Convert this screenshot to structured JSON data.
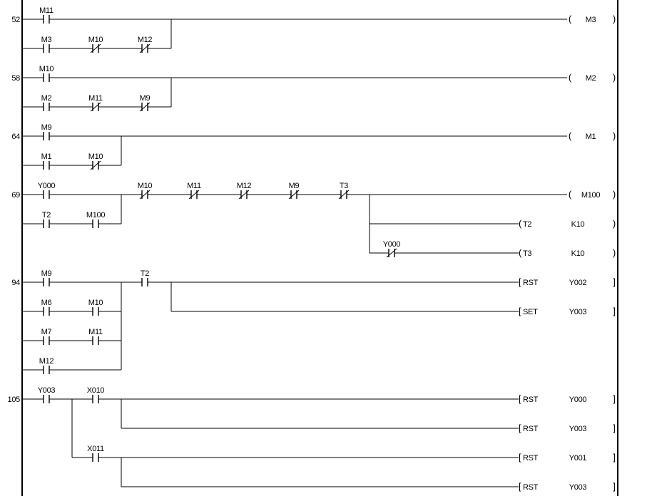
{
  "rungs": [
    {
      "step": "52",
      "contacts": [
        {
          "label": "M11",
          "type": "NO"
        },
        {
          "label": "M3",
          "type": "NO"
        },
        {
          "label": "M10",
          "type": "NC"
        },
        {
          "label": "M12",
          "type": "NC"
        }
      ],
      "outputs": [
        {
          "kind": "coil",
          "name": "M3"
        }
      ]
    },
    {
      "step": "58",
      "contacts": [
        {
          "label": "M10",
          "type": "NO"
        },
        {
          "label": "M2",
          "type": "NO"
        },
        {
          "label": "M11",
          "type": "NC"
        },
        {
          "label": "M9",
          "type": "NC"
        }
      ],
      "outputs": [
        {
          "kind": "coil",
          "name": "M2"
        }
      ]
    },
    {
      "step": "64",
      "contacts": [
        {
          "label": "M9",
          "type": "NO"
        },
        {
          "label": "M1",
          "type": "NO"
        },
        {
          "label": "M10",
          "type": "NC"
        }
      ],
      "outputs": [
        {
          "kind": "coil",
          "name": "M1"
        }
      ]
    },
    {
      "step": "69",
      "contacts": [
        {
          "label": "Y000",
          "type": "NO"
        },
        {
          "label": "T2",
          "type": "NO"
        },
        {
          "label": "M100",
          "type": "NO"
        },
        {
          "label": "M10",
          "type": "NC"
        },
        {
          "label": "M11",
          "type": "NC"
        },
        {
          "label": "M12",
          "type": "NC"
        },
        {
          "label": "M9",
          "type": "NC"
        },
        {
          "label": "T3",
          "type": "NC"
        },
        {
          "label": "Y000",
          "type": "NC"
        }
      ],
      "outputs": [
        {
          "kind": "coil",
          "name": "M100"
        },
        {
          "kind": "timer",
          "name": "T2",
          "operand": "K10"
        },
        {
          "kind": "timer",
          "name": "T3",
          "operand": "K10"
        }
      ]
    },
    {
      "step": "94",
      "contacts": [
        {
          "label": "M9",
          "type": "NO"
        },
        {
          "label": "M6",
          "type": "NO"
        },
        {
          "label": "M10",
          "type": "NO"
        },
        {
          "label": "M7",
          "type": "NO"
        },
        {
          "label": "M11",
          "type": "NO"
        },
        {
          "label": "M12",
          "type": "NO"
        },
        {
          "label": "T2",
          "type": "NO"
        }
      ],
      "outputs": [
        {
          "kind": "instr",
          "name": "RST",
          "operand": "Y002"
        },
        {
          "kind": "instr",
          "name": "SET",
          "operand": "Y003"
        }
      ]
    },
    {
      "step": "105",
      "contacts": [
        {
          "label": "Y003",
          "type": "NO"
        },
        {
          "label": "X010",
          "type": "NO"
        },
        {
          "label": "X011",
          "type": "NO"
        }
      ],
      "outputs": [
        {
          "kind": "instr",
          "name": "RST",
          "operand": "Y000"
        },
        {
          "kind": "instr",
          "name": "RST",
          "operand": "Y003"
        },
        {
          "kind": "instr",
          "name": "RST",
          "operand": "Y001"
        },
        {
          "kind": "instr",
          "name": "RST",
          "operand": "Y003"
        }
      ]
    }
  ]
}
